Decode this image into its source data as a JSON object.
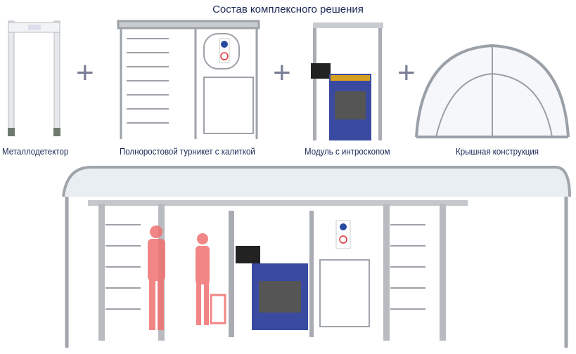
{
  "title": "Состав комплексного решения",
  "components": [
    {
      "label": "Металлодетектор",
      "icon": "metal-detector"
    },
    {
      "label": "Полноростовой турникет с калиткой",
      "icon": "full-height-turnstile"
    },
    {
      "label": "Модуль с интроскопом",
      "icon": "xray-module"
    },
    {
      "label": "Крышная конструкция",
      "icon": "roof-structure"
    }
  ],
  "plus_sign": "+",
  "colors": {
    "text": "#1b2855",
    "metal": "#a9adb3",
    "scanner": "#3a4aa0",
    "person": "#f07070"
  }
}
